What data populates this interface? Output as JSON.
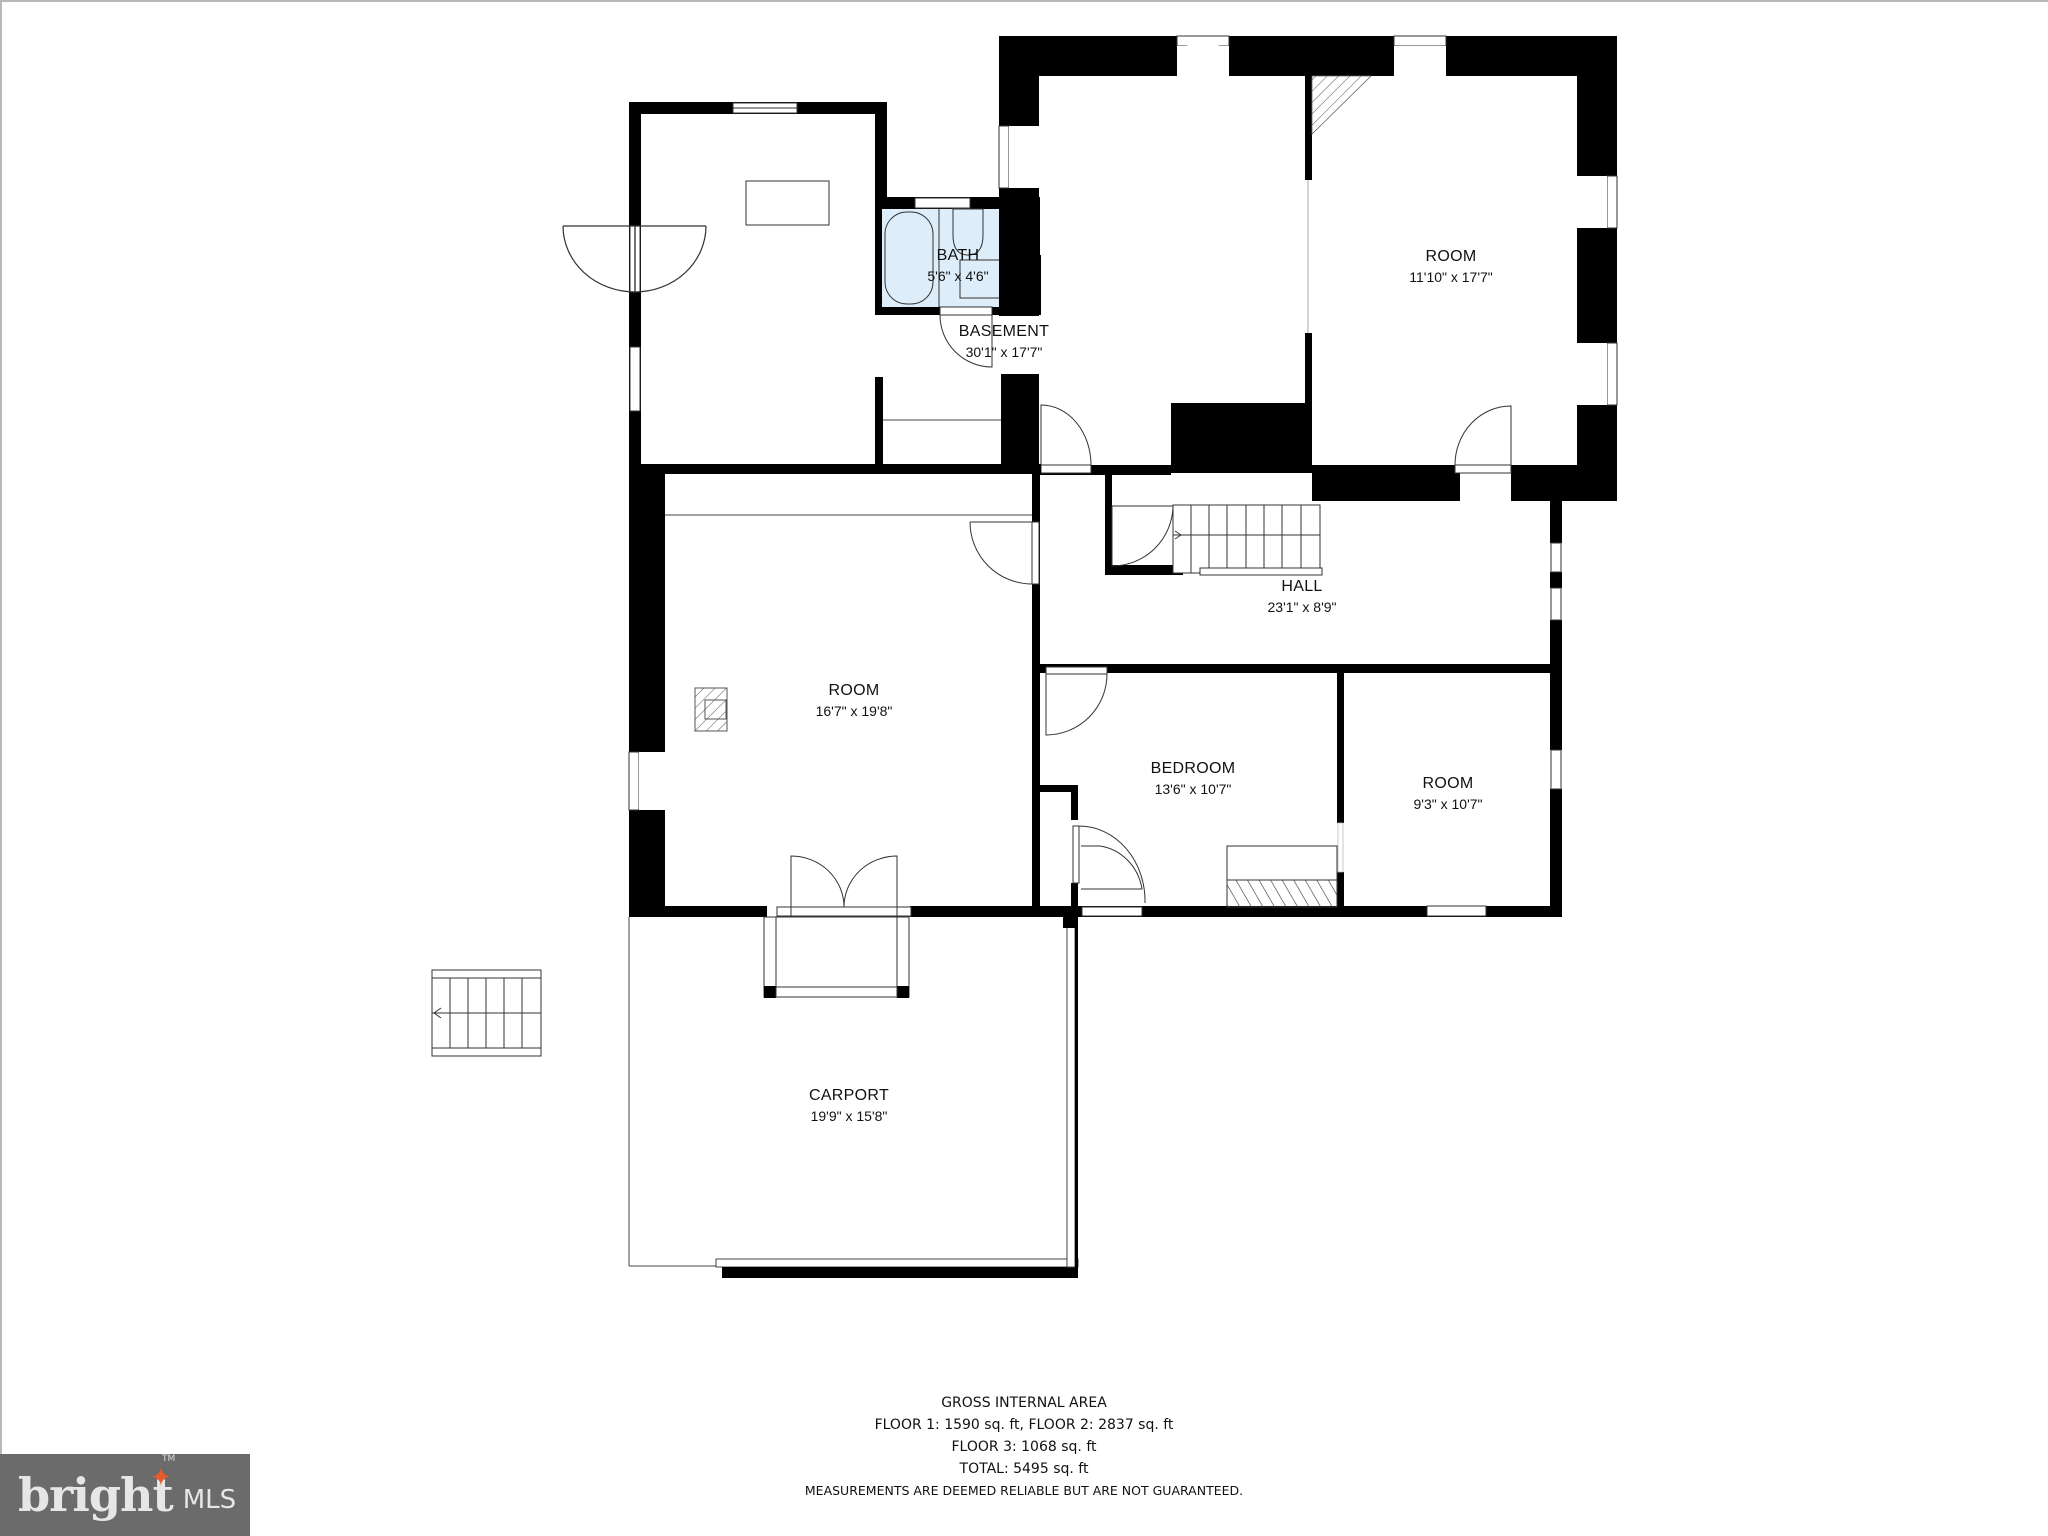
{
  "rooms": {
    "bath": {
      "name": "BATH",
      "dims": "5'6\" x 4'6\""
    },
    "basement": {
      "name": "BASEMENT",
      "dims": "30'1\" x 17'7\""
    },
    "room_top_right": {
      "name": "ROOM",
      "dims": "11'10\" x 17'7\""
    },
    "hall": {
      "name": "HALL",
      "dims": "23'1\" x 8'9\""
    },
    "room_left": {
      "name": "ROOM",
      "dims": "16'7\" x 19'8\""
    },
    "bedroom": {
      "name": "BEDROOM",
      "dims": "13'6\" x 10'7\""
    },
    "room_right": {
      "name": "ROOM",
      "dims": "9'3\" x 10'7\""
    },
    "carport": {
      "name": "CARPORT",
      "dims": "19'9\" x 15'8\""
    }
  },
  "area_info": {
    "title": "GROSS INTERNAL AREA",
    "line1": "FLOOR 1: 1590 sq. ft, FLOOR 2: 2837 sq. ft",
    "line2": "FLOOR 3: 1068 sq. ft",
    "total": "TOTAL: 5495 sq. ft",
    "disclaimer": "MEASUREMENTS ARE DEEMED RELIABLE BUT ARE NOT GUARANTEED."
  },
  "logo": {
    "word": "bright",
    "mls": "MLS",
    "tm": "TM",
    "accent_color": "#e85a2a",
    "background": "#6b6b6b"
  },
  "colors": {
    "wall": "#000000",
    "bath_fill": "#ddeefa",
    "line": "#222222"
  }
}
